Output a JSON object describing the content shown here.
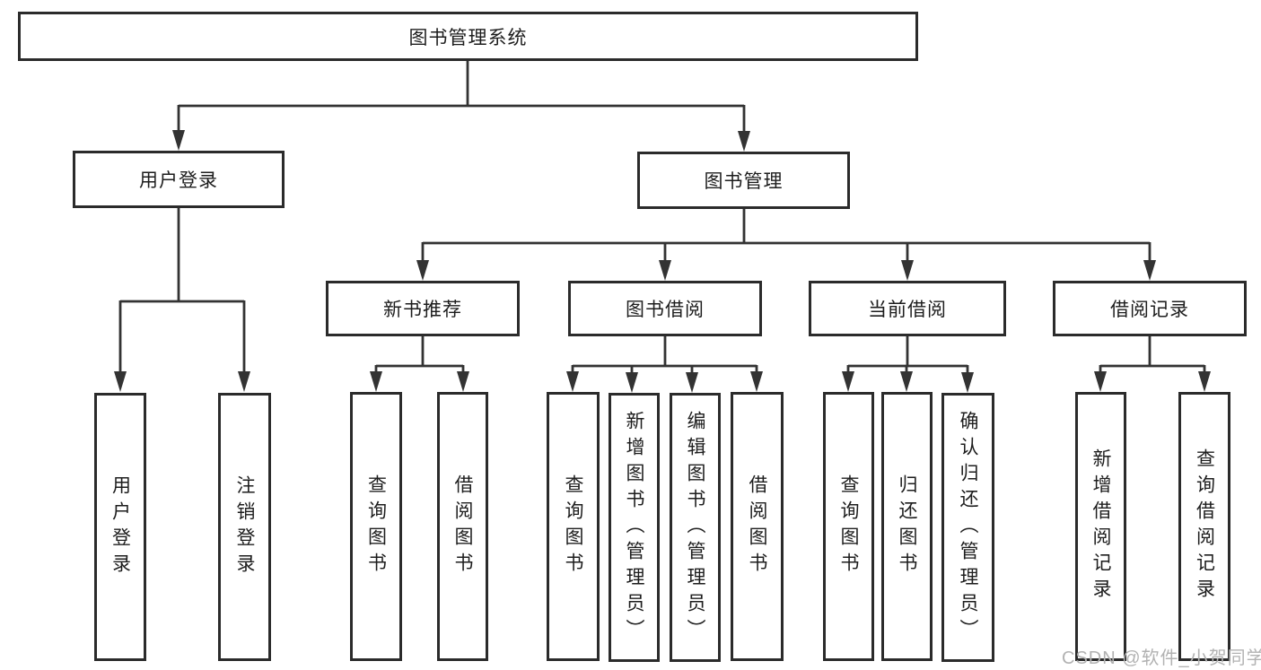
{
  "diagram": {
    "title_node": "图书管理系统",
    "nodes": {
      "root": "图书管理系统",
      "user_login": "用户登录",
      "book_management": "图书管理",
      "new_book_recommend": "新书推荐",
      "book_borrowing": "图书借阅",
      "current_borrowing": "当前借阅",
      "borrowing_records": "借阅记录",
      "user_login_leaf": "用户登录",
      "logout": "注销登录",
      "nbr_query_books": "查询图书",
      "nbr_borrow_books": "借阅图书",
      "bb_query_books": "查询图书",
      "bb_add_books": "新增图书（管理员）",
      "bb_edit_books": "编辑图书（管理员）",
      "bb_borrow_books": "借阅图书",
      "cb_query_books": "查询图书",
      "cb_return_books": "归还图书",
      "cb_confirm_return": "确认归还（管理员）",
      "br_add_record": "新增借阅记录",
      "br_query_record": "查询借阅记录"
    },
    "colors": {
      "line": "#333333",
      "box_border": "#2b2b2b",
      "text": "#1d1d1d",
      "watermark": "#b2b2b2"
    }
  },
  "watermark": "CSDN @软件_小贺同学"
}
